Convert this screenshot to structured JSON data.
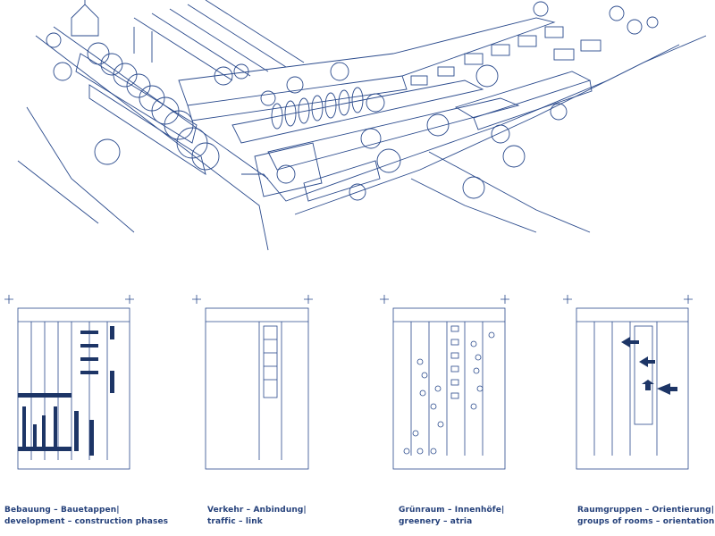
{
  "drawing": {
    "ink_color": "#2a4a8c",
    "fill_color": "#1d3566",
    "panels": [
      {
        "caption_de": "Bebauung – Bauetappen|",
        "caption_en": "development – construction phases"
      },
      {
        "caption_de": "Verkehr – Anbindung|",
        "caption_en": "traffic – link"
      },
      {
        "caption_de": "Grünraum – Innenhöfe|",
        "caption_en": "greenery – atria"
      },
      {
        "caption_de": "Raumgruppen – Orientierung|",
        "caption_en": "groups of rooms – orientation"
      }
    ]
  }
}
